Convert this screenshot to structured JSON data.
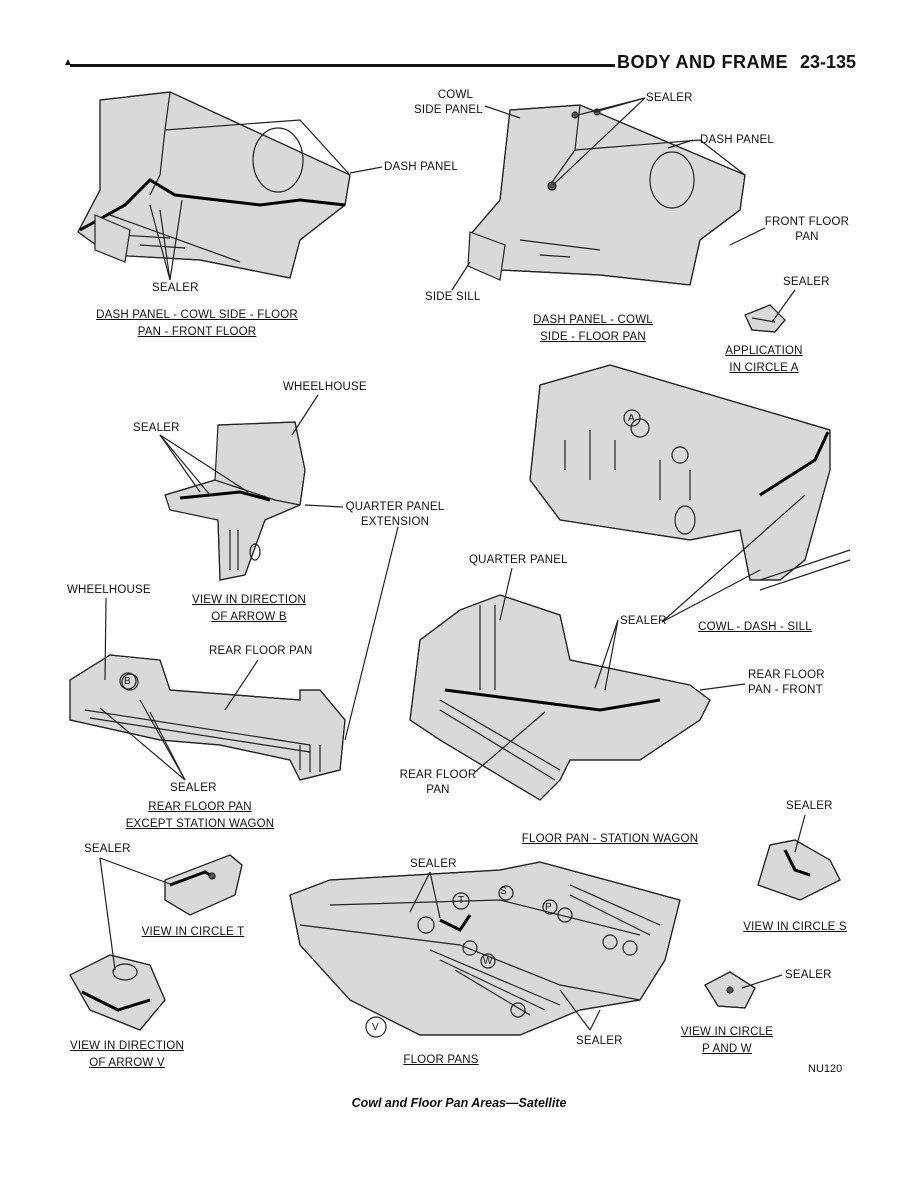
{
  "header": {
    "marker": "▲",
    "section": "BODY AND FRAME",
    "page_number": "23-135"
  },
  "labels": {
    "cowl_side_panel": [
      "COWL",
      "SIDE PANEL"
    ],
    "sealer_top_right": "SEALER",
    "dash_panel_left": "DASH PANEL",
    "dash_panel_right": "DASH PANEL",
    "front_floor_pan": [
      "FRONT FLOOR",
      "PAN"
    ],
    "sealer_top_left": "SEALER",
    "side_sill": "SIDE SILL",
    "sealer_circle_a": "SEALER",
    "wheelhouse_top": "WHEELHOUSE",
    "sealer_arrow_b": "SEALER",
    "quarter_panel_extension": [
      "QUARTER PANEL",
      "EXTENSION"
    ],
    "quarter_panel": "QUARTER PANEL",
    "wheelhouse_left": "WHEELHOUSE",
    "rear_floor_pan_left": "REAR FLOOR PAN",
    "sealer_middle_right": "SEALER",
    "rear_floor_pan_front": [
      "REAR FLOOR",
      "PAN - FRONT"
    ],
    "sealer_rear_floor": "SEALER",
    "rear_floor_pan_center": [
      "REAR FLOOR",
      "PAN"
    ],
    "sealer_circle_t": "SEALER",
    "sealer_floor_pans_top": "SEALER",
    "sealer_circle_s": "SEALER",
    "sealer_circle_pw": "SEALER",
    "sealer_floor_pans_bottom": "SEALER"
  },
  "captions": {
    "dash_cowl_floor_front": [
      "DASH PANEL - COWL SIDE - FLOOR",
      "PAN - FRONT FLOOR"
    ],
    "dash_cowl_floor": [
      "DASH PANEL - COWL",
      "SIDE - FLOOR PAN"
    ],
    "application_circle_a": [
      "APPLICATION",
      "IN CIRCLE A"
    ],
    "view_arrow_b": [
      "VIEW IN DIRECTION",
      "OF ARROW B"
    ],
    "cowl_dash_sill": [
      "COWL - DASH - SILL"
    ],
    "rear_floor_pan_except_wagon": [
      "REAR FLOOR PAN",
      "EXCEPT STATION WAGON"
    ],
    "floor_pan_station_wagon": [
      "FLOOR PAN - STATION WAGON"
    ],
    "view_circle_t": [
      "VIEW IN CIRCLE  T"
    ],
    "view_circle_s": [
      "VIEW IN CIRCLE S"
    ],
    "view_arrow_v": [
      "VIEW IN DIRECTION",
      "OF ARROW V"
    ],
    "floor_pans": [
      "FLOOR PANS"
    ],
    "view_circle_pw": [
      "VIEW IN CIRCLE",
      "P AND W"
    ]
  },
  "callouts": {
    "a": "A",
    "b": "B",
    "t": "T",
    "s": "S",
    "p": "P",
    "w": "W",
    "v": "V"
  },
  "figure": {
    "code": "NU120",
    "caption": "Cowl and Floor Pan Areas—Satellite"
  }
}
